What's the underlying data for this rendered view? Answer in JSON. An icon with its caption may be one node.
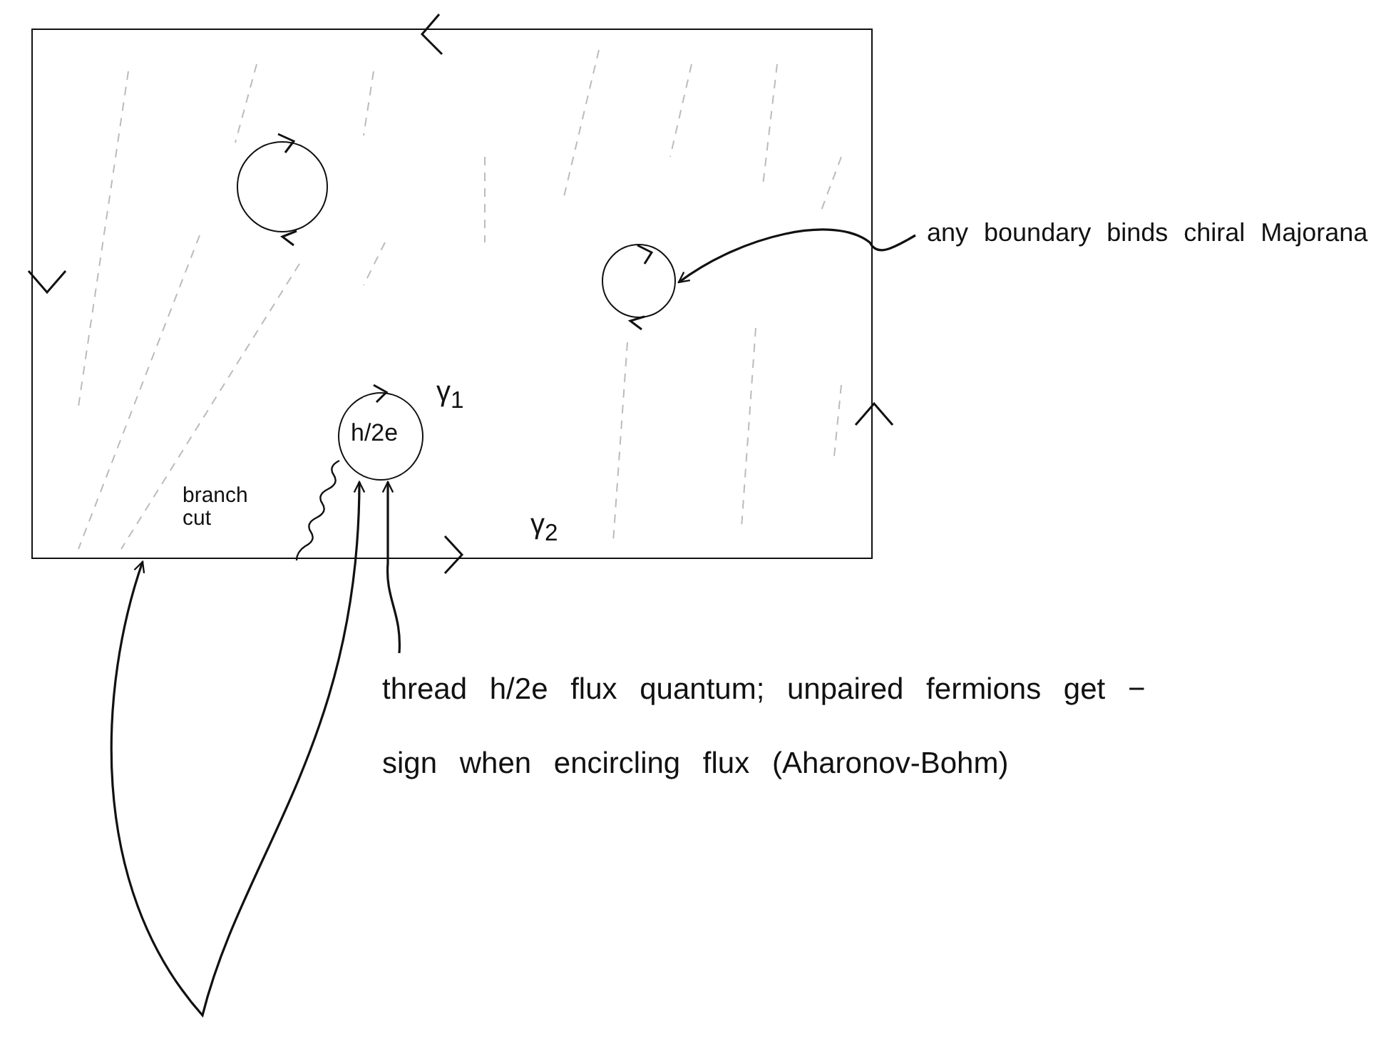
{
  "diagram": {
    "nodes": [
      {
        "text": [],
        "shape": "box"
      },
      {
        "text": [],
        "shape": "circle",
        "in": 0
      },
      {
        "text": [],
        "shape": "circle",
        "in": 0
      },
      {
        "text": [
          "h/2e"
        ],
        "in": 0,
        "beside": [
          "γ$_{1}$"
        ]
      },
      {
        "text": [
          "any boundary binds chiral Majorana"
        ]
      },
      {
        "text": [
          "thread h/2e flux quantum; unpaired fermions get − sign when encircling flux (Aharonov-Bohm)"
        ]
      }
    ],
    "edges": [
      {
        "from": 4,
        "to": 2,
        "arrow": "to"
      },
      {
        "from": 5,
        "to": 3,
        "arrow": "to"
      },
      {
        "from": 0,
        "to": 3,
        "arrow": "both"
      }
    ],
    "labels": [
      "branch cut",
      "γ$_{2}$"
    ]
  }
}
